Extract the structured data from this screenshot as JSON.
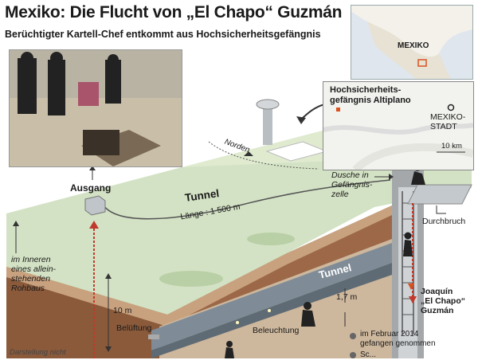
{
  "header": {
    "title": "Mexiko: Die Flucht von „El Chapo“ Guzmán",
    "subtitle": "Berüchtigter Kartell-Chef entkommt aus Hochsicherheitsgefängnis"
  },
  "inset_map": {
    "country_label": "MEXIKO"
  },
  "city_map": {
    "prison_label": "Hochsicherheits-\ngefängnis Altiplano",
    "city_label": "MEXIKO-\nSTADT",
    "scale_label": "10 km"
  },
  "diagram": {
    "north_label": "Norden",
    "exit_label": "Ausgang",
    "tunnel_top_label": "Tunnel",
    "tunnel_length_label": "Länge : 1 500 m",
    "shower_label": "Dusche in\nGefängnis-\nzelle",
    "breakthrough_label": "Durchbruch",
    "interior_label": "im Inneren\neines allein-\nstehenden\nRohbaus",
    "depth_label": "10 m",
    "tunnel_bottom_label": "Tunnel",
    "height_label": "1,7 m",
    "ventilation_label": "Belüftung",
    "lighting_label": "Beleuchtung",
    "footer_label": "Darstellung nicht"
  },
  "info": {
    "person_name": "Joaquín\n„El Chapo“\nGuzmán",
    "facts": [
      "im Februar 2014\ngefangen genommen",
      "Sc..."
    ]
  },
  "colors": {
    "tunnel_red": "#c0392b",
    "ground": "#b07a56",
    "grass": "#cfe0c0",
    "marker": "#d9531e"
  }
}
